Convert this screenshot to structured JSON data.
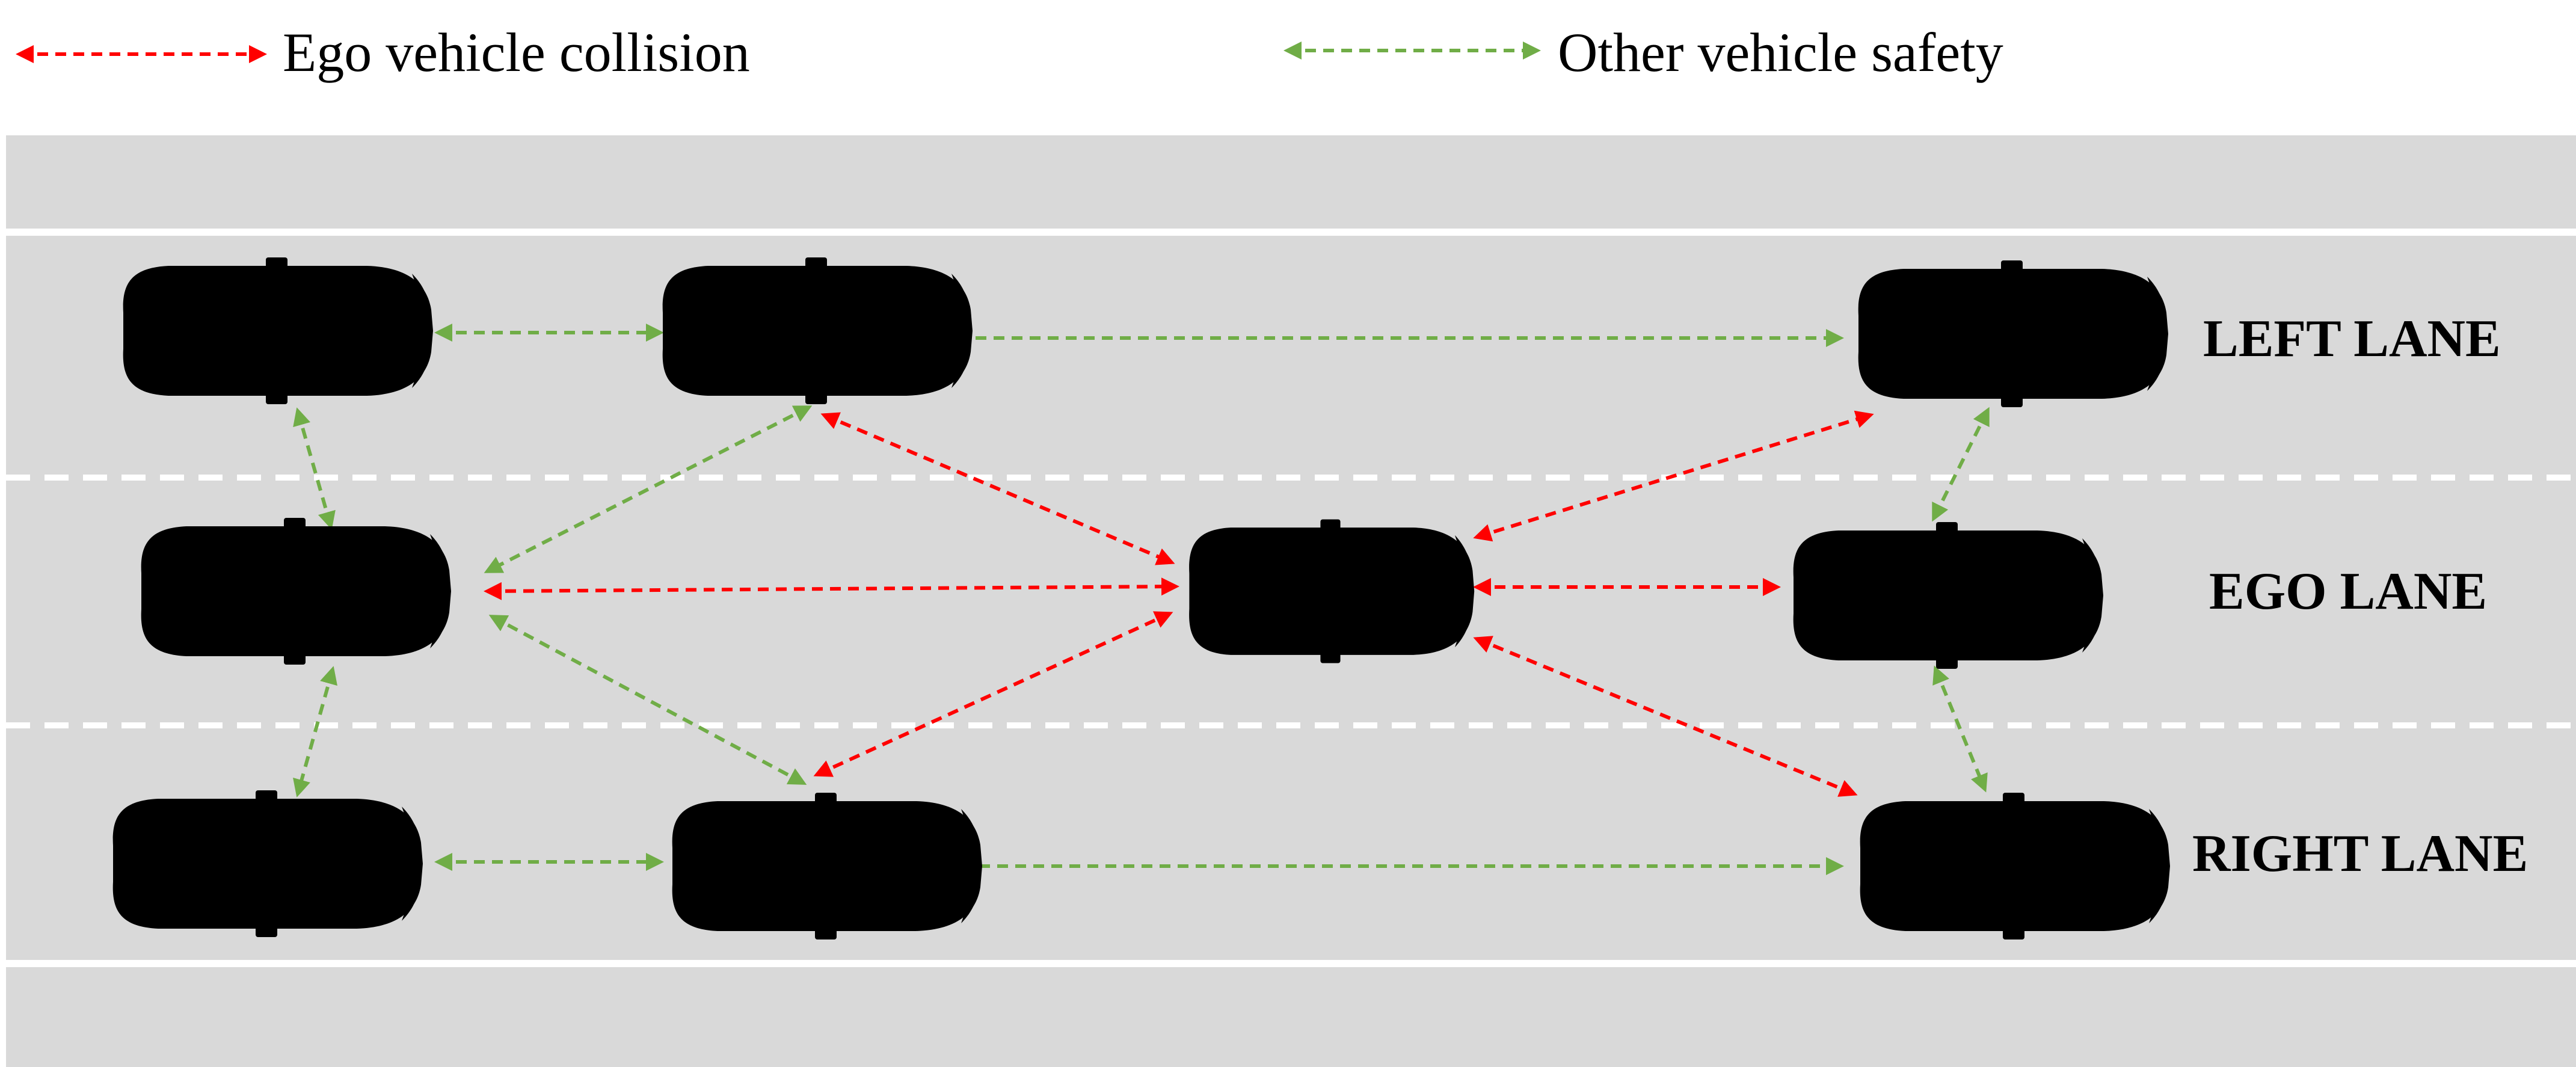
{
  "legend": {
    "ego_collision_label": "Ego vehicle collision",
    "other_safety_label": "Other vehicle safety"
  },
  "lanes": {
    "left_label": "LEFT LANE",
    "ego_label": "EGO LANE",
    "right_label": "RIGHT LANE"
  },
  "colors": {
    "road": "#d9d9d9",
    "lane_line": "#ffffff",
    "collision_arrow": "#ff0000",
    "safety_arrow": "#70ad47",
    "other_vehicle": "#1a7f1a",
    "ego_vehicle": "#000000"
  }
}
